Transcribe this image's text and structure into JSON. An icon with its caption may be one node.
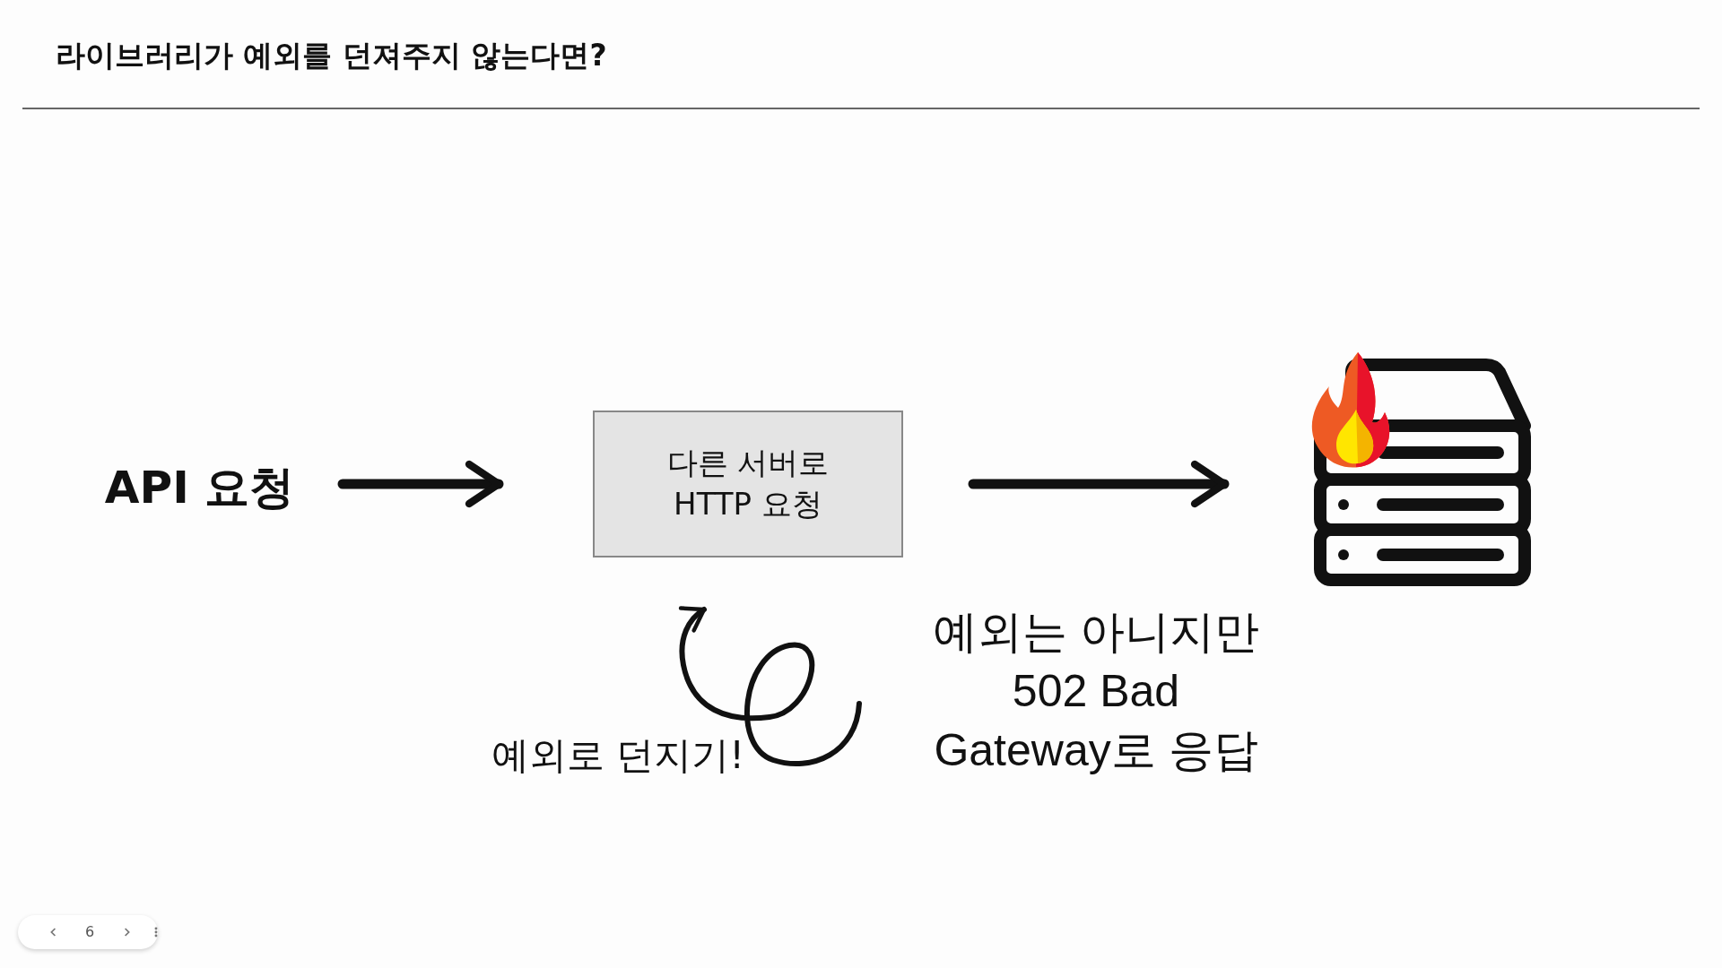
{
  "diagram": {
    "title": "라이브러리가 예외를 던져주지 않는다면?",
    "nodes": [
      {
        "text": [
          "API 요청"
        ]
      },
      {
        "text": [
          "다른 서버로 HTTP 요청"
        ]
      },
      {
        "text": [],
        "shape": "server"
      },
      {
        "text": [
          "예외는 아니지만 502 Bad Gateway로 응답"
        ]
      }
    ],
    "edges": [
      {
        "from": 0,
        "to": 1,
        "arrow": "to"
      },
      {
        "from": 1,
        "to": 2,
        "arrow": "to"
      },
      {
        "from": 3,
        "to": 1,
        "arrow": "to"
      }
    ],
    "labels": [
      "예외로 던지기!",
      "6"
    ]
  }
}
